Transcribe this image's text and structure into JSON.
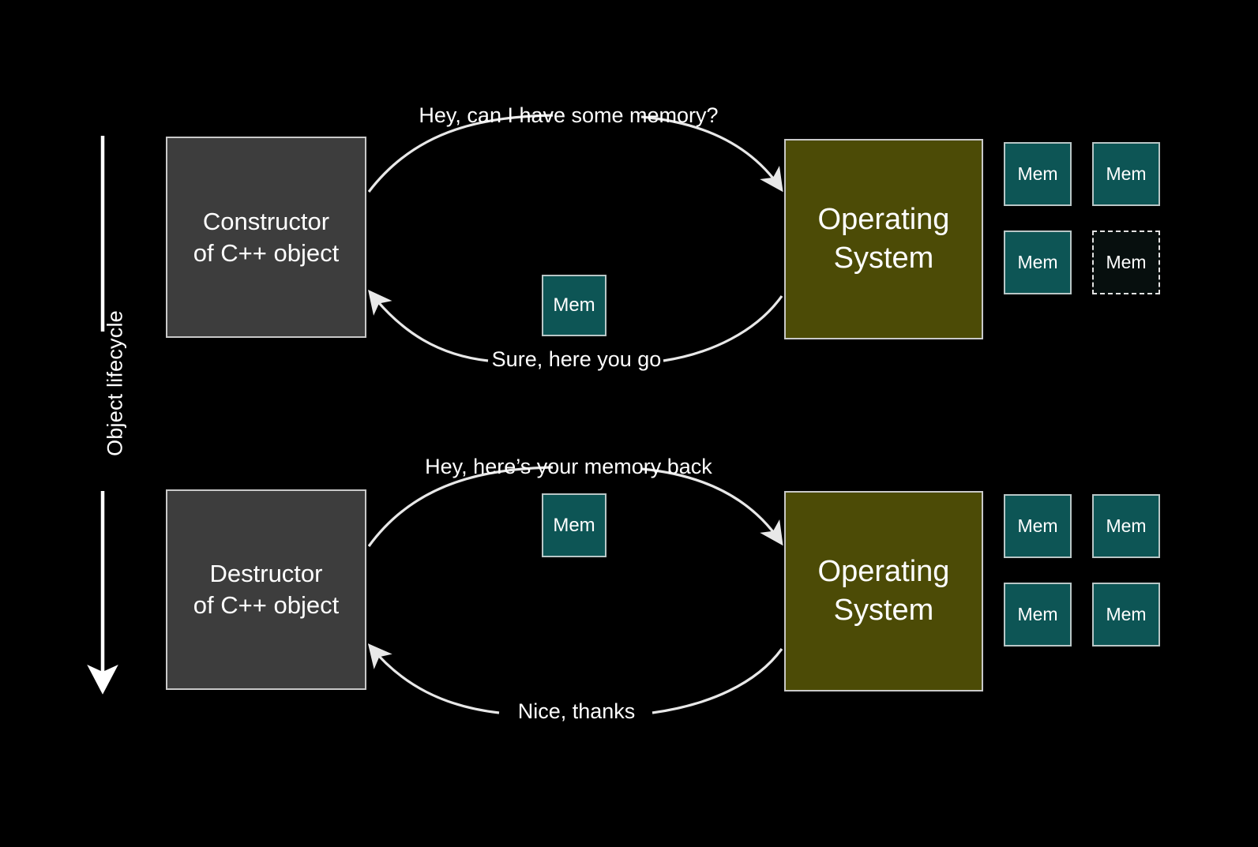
{
  "background_color": "#000000",
  "lifecycle": {
    "label": "Object lifecycle",
    "arrow_direction": "down"
  },
  "colors": {
    "actor_grey_fill": "#3d3d3d",
    "actor_olive_fill": "#4c4b06",
    "memory_fill": "#0d5555",
    "memory_freed_fill": "#070f0e",
    "border": "#c9c9c9",
    "arrow": "#e8e8e8",
    "text": "#ffffff"
  },
  "phases": [
    {
      "id": "construction",
      "actor": {
        "name": "constructor-box",
        "line1": "Constructor",
        "line2": "of C++ object"
      },
      "system": {
        "name": "operating-system-box",
        "line1": "Operating",
        "line2": "System"
      },
      "request_message": "Hey, can I have some memory?",
      "response_message": "Sure, here you go",
      "transit_block_label": "Mem",
      "memory_pool": [
        {
          "label": "Mem",
          "state": "allocated"
        },
        {
          "label": "Mem",
          "state": "allocated"
        },
        {
          "label": "Mem",
          "state": "allocated"
        },
        {
          "label": "Mem",
          "state": "freed"
        }
      ]
    },
    {
      "id": "destruction",
      "actor": {
        "name": "destructor-box",
        "line1": "Destructor",
        "line2": "of C++ object"
      },
      "system": {
        "name": "operating-system-box",
        "line1": "Operating",
        "line2": "System"
      },
      "request_message": "Hey, here’s your memory back",
      "response_message": "Nice, thanks",
      "transit_block_label": "Mem",
      "memory_pool": [
        {
          "label": "Mem",
          "state": "allocated"
        },
        {
          "label": "Mem",
          "state": "allocated"
        },
        {
          "label": "Mem",
          "state": "allocated"
        },
        {
          "label": "Mem",
          "state": "allocated"
        }
      ]
    }
  ]
}
